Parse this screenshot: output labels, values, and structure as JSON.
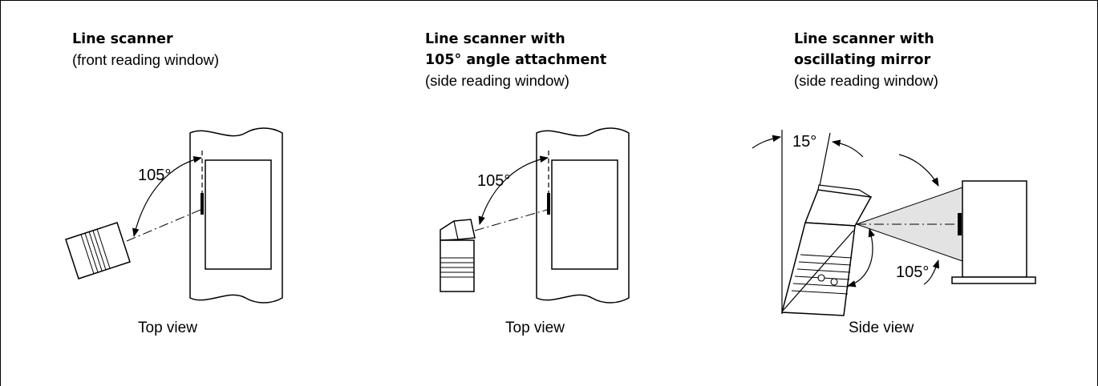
{
  "panels": [
    {
      "title_lines": [
        "Line scanner"
      ],
      "subtitle": "(front reading window)",
      "angle_label": "105°",
      "caption": "Top view"
    },
    {
      "title_lines": [
        "Line scanner with",
        "105° angle attachment"
      ],
      "subtitle": "(side reading window)",
      "angle_label": "105°",
      "caption": "Top view"
    },
    {
      "title_lines": [
        "Line scanner with",
        "oscillating mirror"
      ],
      "subtitle": "(side reading window)",
      "angle_label": "105°",
      "tilt_label": "15°",
      "caption": "Side view"
    }
  ]
}
